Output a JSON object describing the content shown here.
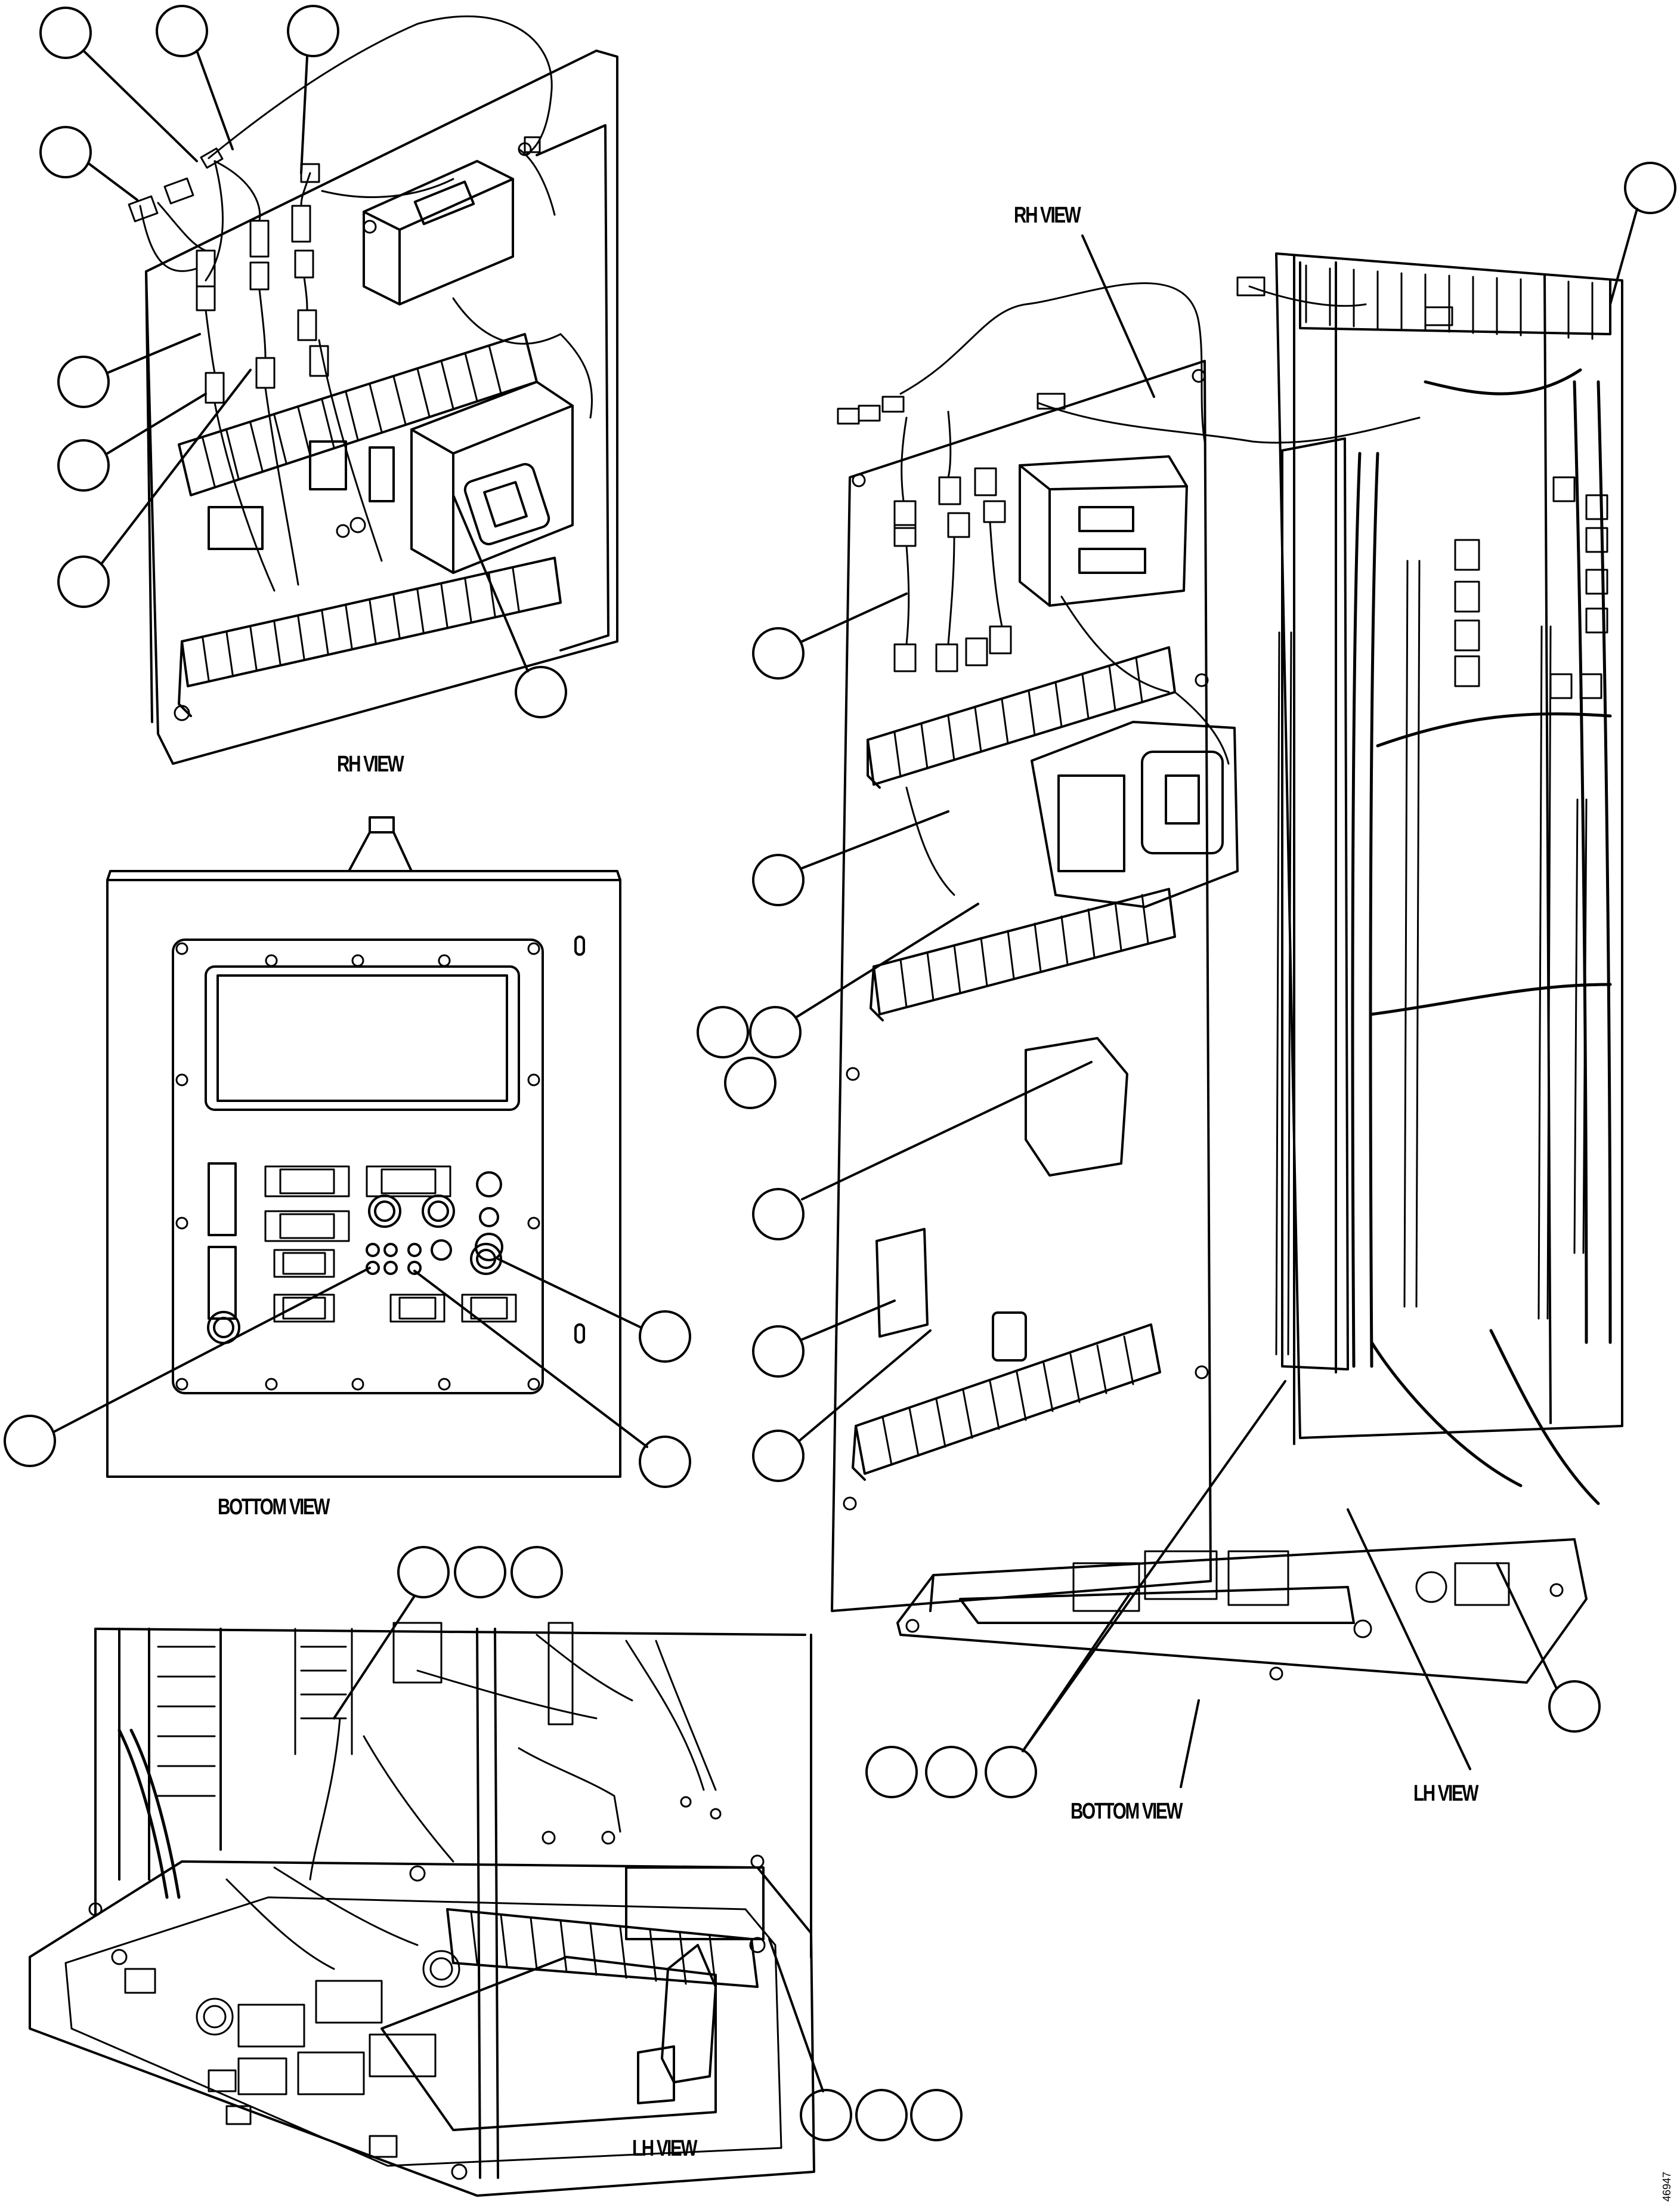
{
  "views": {
    "rh_top_left": "RH VIEW",
    "rh_main": "RH VIEW",
    "bottom_left": "BOTTOM VIEW",
    "bottom_main": "BOTTOM VIEW",
    "lh_main": "LH VIEW",
    "lh_bottom": "LH VIEW"
  },
  "figure_number": "46947",
  "colors": {
    "line": "#000000",
    "background": "#ffffff"
  }
}
